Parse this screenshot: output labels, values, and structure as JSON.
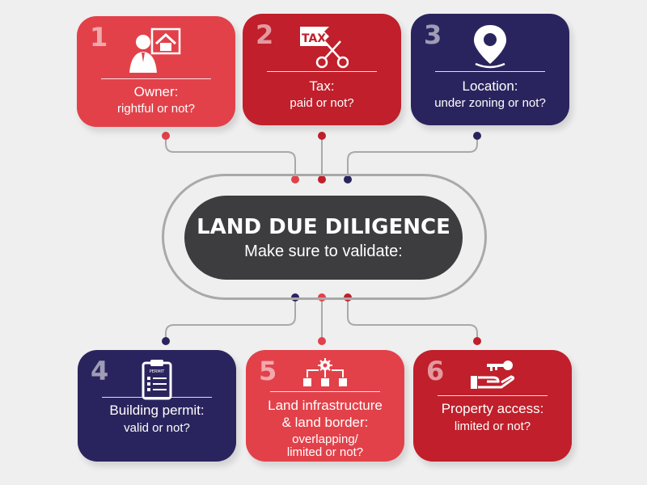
{
  "colors": {
    "red_light": "#e2414a",
    "red_dark": "#c01f2b",
    "navy": "#2a245e",
    "center": "#3d3d40",
    "connector": "#a9a9a9"
  },
  "center": {
    "title": "LAND DUE DILIGENCE",
    "subtitle": "Make sure to validate:"
  },
  "cards": [
    {
      "number": "1",
      "icon": "owner-house-icon",
      "title": "Owner:",
      "lines": [
        "rightful or not?"
      ]
    },
    {
      "number": "2",
      "icon": "tax-scissors-icon",
      "icon_text": "TAX",
      "title": "Tax:",
      "lines": [
        "paid or not?"
      ]
    },
    {
      "number": "3",
      "icon": "location-pin-icon",
      "title": "Location:",
      "lines": [
        "under zoning or not?"
      ]
    },
    {
      "number": "4",
      "icon": "clipboard-permit-icon",
      "icon_text": "PERMIT",
      "title": "Building permit:",
      "lines": [
        "valid or not?"
      ]
    },
    {
      "number": "5",
      "icon": "infrastructure-gear-icon",
      "title": "Land infrastructure",
      "lines": [
        "& land border:",
        "overlapping/",
        "limited or not?"
      ]
    },
    {
      "number": "6",
      "icon": "hand-key-icon",
      "title": "Property access:",
      "lines": [
        "limited or not?"
      ]
    }
  ]
}
